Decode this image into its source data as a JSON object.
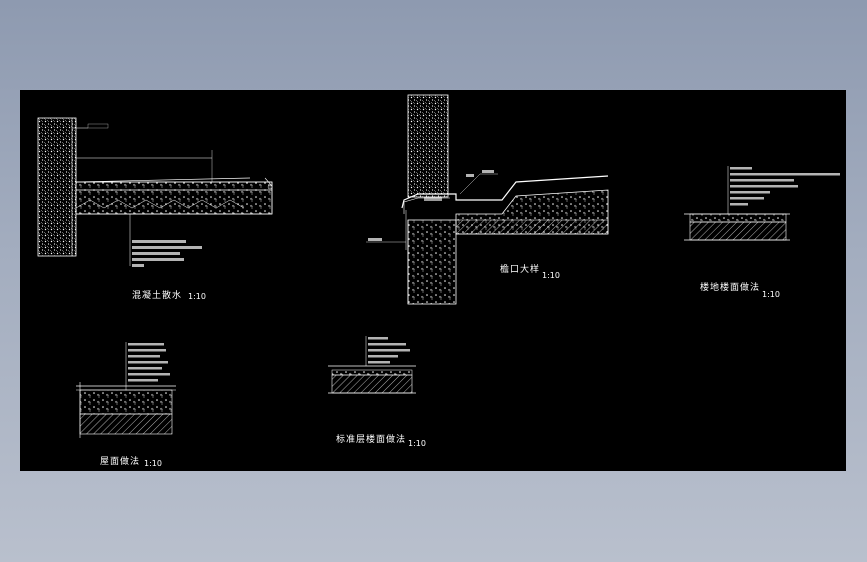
{
  "colors": {
    "background": "#8e9ab0",
    "canvas": "#000000",
    "line": "#ffffff",
    "accent": "#cfcfcf"
  },
  "details": [
    {
      "id": "concrete-scattered-water",
      "title": "混凝土散水",
      "scale": "1:10"
    },
    {
      "id": "eave-step",
      "title": "檐口大样",
      "scale": "1:10"
    },
    {
      "id": "waterproof-floor",
      "title": "楼地楼面做法",
      "scale": "1:10"
    },
    {
      "id": "roof",
      "title": "屋面做法",
      "scale": "1:10"
    },
    {
      "id": "standard-floor",
      "title": "标准层楼面做法",
      "scale": "1:10"
    }
  ]
}
